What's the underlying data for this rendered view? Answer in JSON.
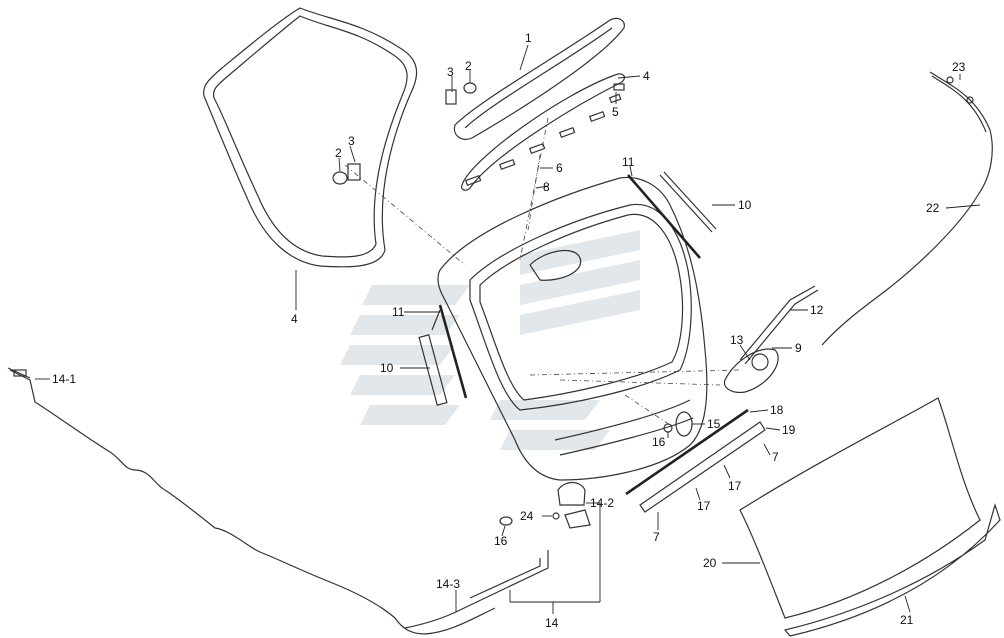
{
  "labels": {
    "l1": "1",
    "l2a": "2",
    "l2b": "2",
    "l3a": "3",
    "l3b": "3",
    "l4a": "4",
    "l4b": "4",
    "l5": "5",
    "l6": "6",
    "l7a": "7",
    "l7b": "7",
    "l8": "8",
    "l9": "9",
    "l10a": "10",
    "l10b": "10",
    "l11a": "11",
    "l11b": "11",
    "l12": "12",
    "l13": "13",
    "l14": "14",
    "l14_1": "14-1",
    "l14_2": "14-2",
    "l14_3": "14-3",
    "l15": "15",
    "l16a": "16",
    "l16b": "16",
    "l17a": "17",
    "l17b": "17",
    "l18": "18",
    "l19": "19",
    "l20": "20",
    "l21": "21",
    "l22": "22",
    "l23": "23",
    "l24": "24"
  }
}
